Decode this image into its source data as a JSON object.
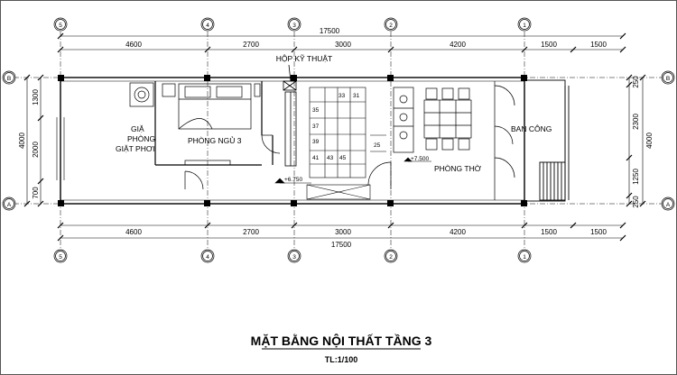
{
  "drawing": {
    "title": "MẶT BẰNG NỘI THẤT TẦNG 3",
    "scale": "TL:1/100"
  },
  "axes": {
    "columns": [
      "5",
      "4",
      "3",
      "2",
      "1"
    ],
    "rows": [
      "B",
      "A"
    ]
  },
  "dimensions": {
    "top_total": "17500",
    "top_segments": [
      "4600",
      "2700",
      "3000",
      "4200",
      "1500",
      "1500"
    ],
    "bottom_total": "17500",
    "bottom_segments": [
      "4600",
      "2700",
      "3000",
      "4200",
      "1500",
      "1500"
    ],
    "left_total": "4000",
    "left_segments": [
      "1300",
      "2000",
      "700"
    ],
    "right_total": "4000",
    "right_segments": [
      "250",
      "2300",
      "1250",
      "250"
    ]
  },
  "rooms": {
    "technical_shaft": "HỘP KỸ THUẬT",
    "laundry_line1": "GIẶ",
    "laundry_line2": "PHÒNG",
    "laundry_line3": "GIẶT PHƠI",
    "bedroom": "PHÒNG NGỦ 3",
    "worship": "PHÒNG THỜ",
    "balcony": "BAN CÔNG"
  },
  "levels": {
    "level_a": "+6.750",
    "level_b": "+7.500"
  },
  "stairs": {
    "steps": [
      "33",
      "31",
      "35",
      "37",
      "39",
      "25",
      "41",
      "43",
      "45"
    ]
  }
}
